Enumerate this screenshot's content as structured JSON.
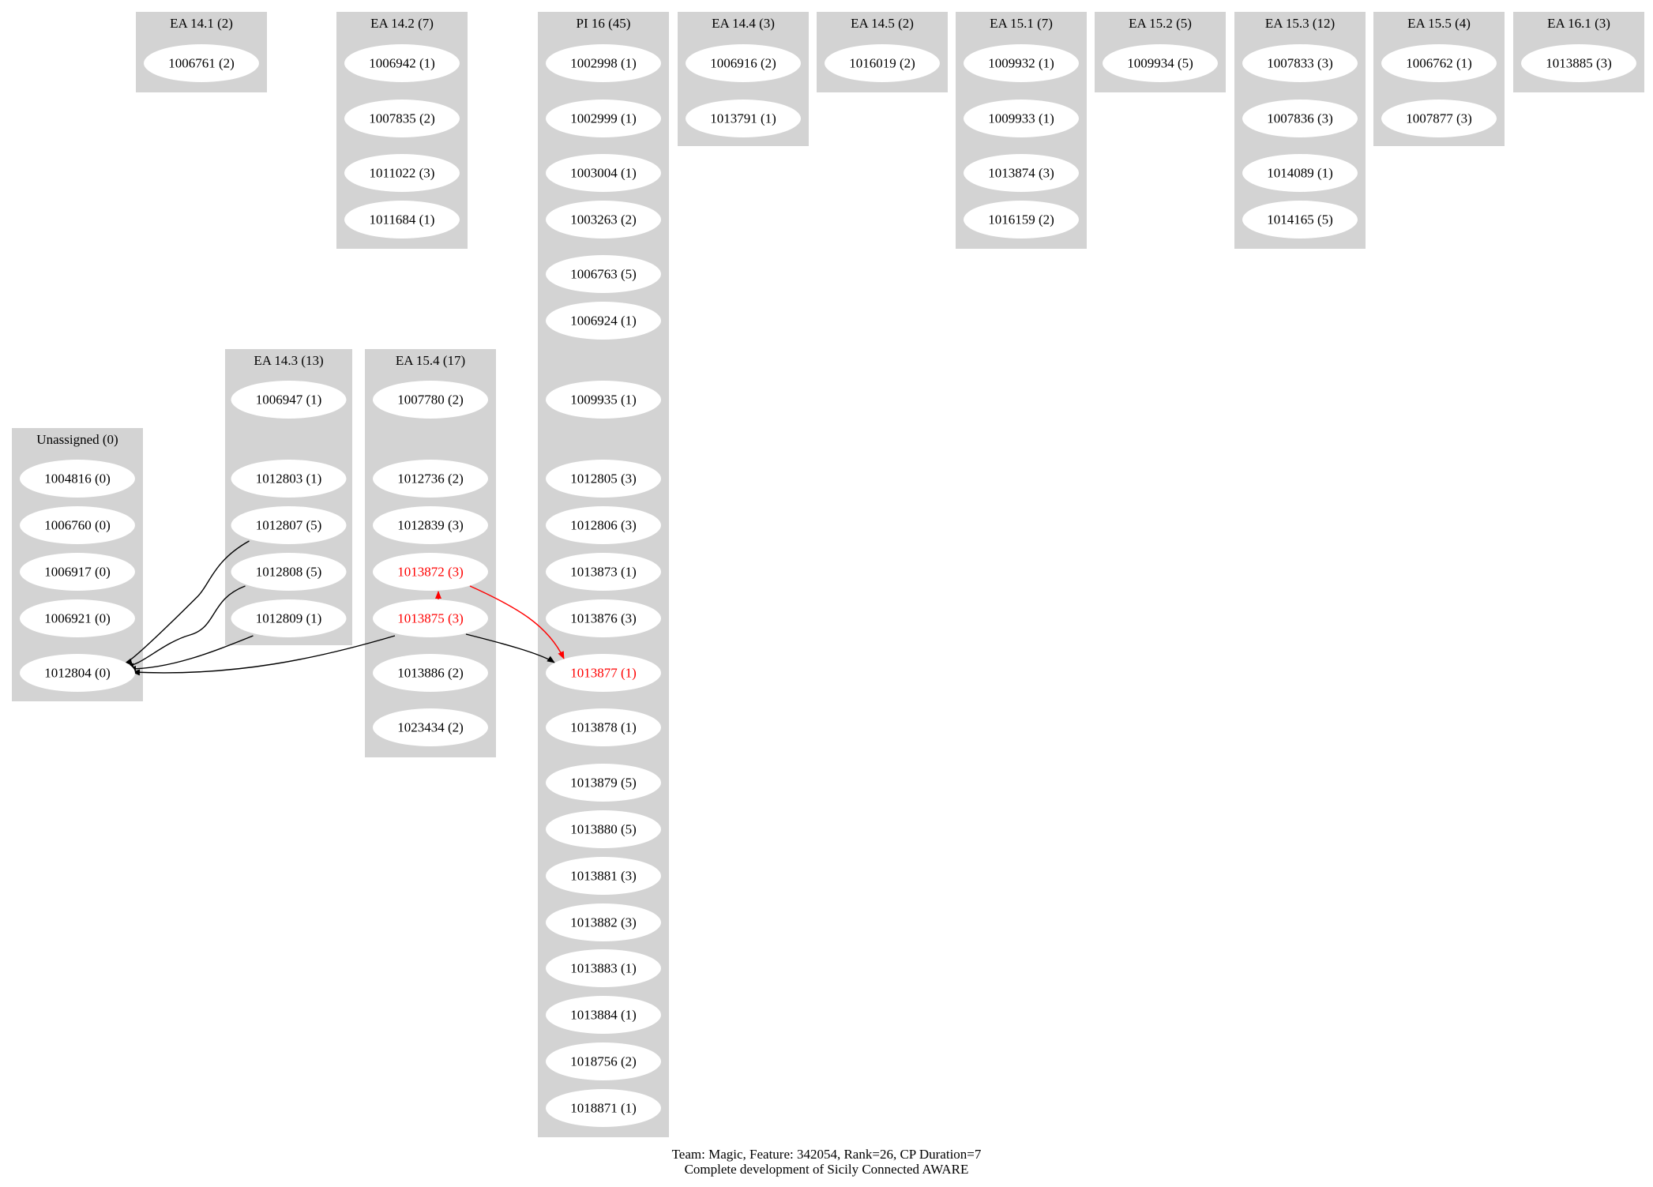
{
  "colors": {
    "cluster_fill": "#d3d3d3",
    "node_fill": "#ffffff",
    "text_default": "#000000",
    "text_highlight": "#ff0000",
    "edge_default": "#000000",
    "edge_highlight": "#ff0000"
  },
  "caption": {
    "line1": "Team: Magic, Feature: 342054, Rank=26, CP Duration=7",
    "line2": "Complete development of Sicily Connected AWARE"
  },
  "clusters": [
    {
      "id": "ea141",
      "title": "EA 14.1 (2)",
      "nodes": [
        {
          "id": "1006761",
          "label": "1006761 (2)"
        }
      ]
    },
    {
      "id": "ea142",
      "title": "EA 14.2 (7)",
      "nodes": [
        {
          "id": "1006942",
          "label": "1006942 (1)"
        },
        {
          "id": "1007835",
          "label": "1007835 (2)"
        },
        {
          "id": "1011022",
          "label": "1011022 (3)"
        },
        {
          "id": "1011684",
          "label": "1011684 (1)"
        }
      ]
    },
    {
      "id": "pi16",
      "title": "PI 16 (45)",
      "nodes": [
        {
          "id": "1002998",
          "label": "1002998 (1)"
        },
        {
          "id": "1002999",
          "label": "1002999 (1)"
        },
        {
          "id": "1003004",
          "label": "1003004 (1)"
        },
        {
          "id": "1003263",
          "label": "1003263 (2)"
        },
        {
          "id": "1006763",
          "label": "1006763 (5)"
        },
        {
          "id": "1006924",
          "label": "1006924 (1)"
        },
        {
          "id": "1009935",
          "label": "1009935 (1)"
        },
        {
          "id": "1012805",
          "label": "1012805 (3)"
        },
        {
          "id": "1012806",
          "label": "1012806 (3)"
        },
        {
          "id": "1013873",
          "label": "1013873 (1)"
        },
        {
          "id": "1013876",
          "label": "1013876 (3)"
        },
        {
          "id": "1013877",
          "label": "1013877 (1)",
          "highlight": true
        },
        {
          "id": "1013878",
          "label": "1013878 (1)"
        },
        {
          "id": "1013879",
          "label": "1013879 (5)"
        },
        {
          "id": "1013880",
          "label": "1013880 (5)"
        },
        {
          "id": "1013881",
          "label": "1013881 (3)"
        },
        {
          "id": "1013882",
          "label": "1013882 (3)"
        },
        {
          "id": "1013883",
          "label": "1013883 (1)"
        },
        {
          "id": "1013884",
          "label": "1013884 (1)"
        },
        {
          "id": "1018756",
          "label": "1018756 (2)"
        },
        {
          "id": "1018871",
          "label": "1018871 (1)"
        }
      ]
    },
    {
      "id": "ea144",
      "title": "EA 14.4 (3)",
      "nodes": [
        {
          "id": "1006916",
          "label": "1006916 (2)"
        },
        {
          "id": "1013791",
          "label": "1013791 (1)"
        }
      ]
    },
    {
      "id": "ea145",
      "title": "EA 14.5 (2)",
      "nodes": [
        {
          "id": "1016019",
          "label": "1016019 (2)"
        }
      ]
    },
    {
      "id": "ea151",
      "title": "EA 15.1 (7)",
      "nodes": [
        {
          "id": "1009932",
          "label": "1009932 (1)"
        },
        {
          "id": "1009933",
          "label": "1009933 (1)"
        },
        {
          "id": "1013874",
          "label": "1013874 (3)"
        },
        {
          "id": "1016159",
          "label": "1016159 (2)"
        }
      ]
    },
    {
      "id": "ea152",
      "title": "EA 15.2 (5)",
      "nodes": [
        {
          "id": "1009934",
          "label": "1009934 (5)"
        }
      ]
    },
    {
      "id": "ea153",
      "title": "EA 15.3 (12)",
      "nodes": [
        {
          "id": "1007833",
          "label": "1007833 (3)"
        },
        {
          "id": "1007836",
          "label": "1007836 (3)"
        },
        {
          "id": "1014089",
          "label": "1014089 (1)"
        },
        {
          "id": "1014165",
          "label": "1014165 (5)"
        }
      ]
    },
    {
      "id": "ea155",
      "title": "EA 15.5 (4)",
      "nodes": [
        {
          "id": "1006762",
          "label": "1006762 (1)"
        },
        {
          "id": "1007877",
          "label": "1007877 (3)"
        }
      ]
    },
    {
      "id": "ea161",
      "title": "EA 16.1 (3)",
      "nodes": [
        {
          "id": "1013885",
          "label": "1013885 (3)"
        }
      ]
    },
    {
      "id": "ea143",
      "title": "EA 14.3 (13)",
      "nodes": [
        {
          "id": "1006947",
          "label": "1006947 (1)"
        },
        {
          "id": "1012803",
          "label": "1012803 (1)"
        },
        {
          "id": "1012807",
          "label": "1012807 (5)"
        },
        {
          "id": "1012808",
          "label": "1012808 (5)"
        },
        {
          "id": "1012809",
          "label": "1012809 (1)"
        }
      ]
    },
    {
      "id": "ea154",
      "title": "EA 15.4 (17)",
      "nodes": [
        {
          "id": "1007780",
          "label": "1007780 (2)"
        },
        {
          "id": "1012736",
          "label": "1012736 (2)"
        },
        {
          "id": "1012839",
          "label": "1012839 (3)"
        },
        {
          "id": "1013872",
          "label": "1013872 (3)",
          "highlight": true
        },
        {
          "id": "1013875",
          "label": "1013875 (3)",
          "highlight": true
        },
        {
          "id": "1013886",
          "label": "1013886 (2)"
        },
        {
          "id": "1023434",
          "label": "1023434 (2)"
        }
      ]
    },
    {
      "id": "unassigned",
      "title": "Unassigned (0)",
      "nodes": [
        {
          "id": "1004816",
          "label": "1004816 (0)"
        },
        {
          "id": "1006760",
          "label": "1006760 (0)"
        },
        {
          "id": "1006917",
          "label": "1006917 (0)"
        },
        {
          "id": "1006921",
          "label": "1006921 (0)"
        },
        {
          "id": "1012804",
          "label": "1012804 (0)"
        }
      ]
    }
  ],
  "edges": [
    {
      "from": "1012807",
      "to": "1012804"
    },
    {
      "from": "1012808",
      "to": "1012804"
    },
    {
      "from": "1012809",
      "to": "1012804"
    },
    {
      "from": "1013875",
      "to": "1012804"
    },
    {
      "from": "1013875",
      "to": "1013877"
    },
    {
      "from": "1013875",
      "to": "1013872",
      "highlight": true
    },
    {
      "from": "1013872",
      "to": "1013877",
      "highlight": true
    }
  ]
}
